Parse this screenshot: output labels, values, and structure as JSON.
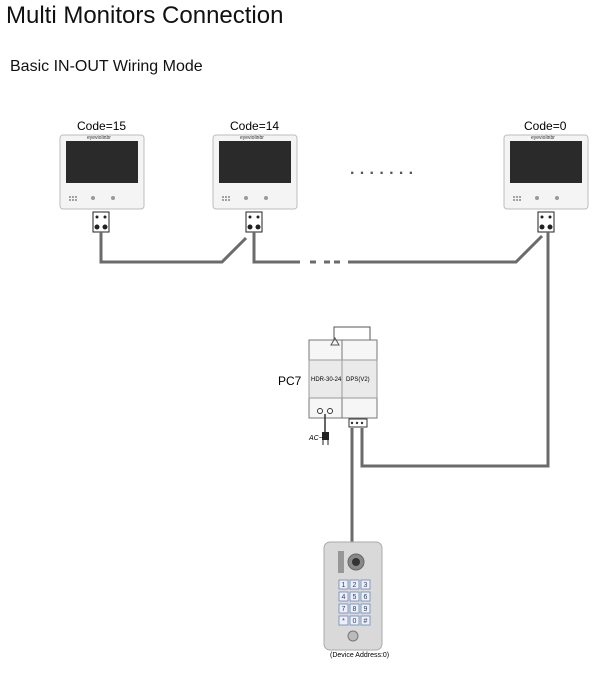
{
  "title": "Multi Monitors Connection",
  "subtitle": "Basic IN-OUT  Wiring Mode",
  "monitors": [
    {
      "code": "Code=15",
      "brand": "eyeviolinbr"
    },
    {
      "code": "Code=14",
      "brand": "eyeviolinbr"
    },
    {
      "code": "Code=0",
      "brand": "eyeviolinbr"
    }
  ],
  "ellipsis": "· · · · · · ·",
  "power_unit": {
    "label": "PC7",
    "module_left": "HDR-30-24",
    "module_right": "DPS(V2)",
    "ac_label": "AC~"
  },
  "door_station": {
    "keypad": [
      "1",
      "2",
      "3",
      "4",
      "5",
      "6",
      "7",
      "8",
      "9",
      "*",
      "0",
      "#"
    ],
    "address": "(Device Address:0)"
  },
  "colors": {
    "wire": "#6b6b6b",
    "device_body": "#d9d9d9",
    "screen": "#2a2a2a"
  }
}
